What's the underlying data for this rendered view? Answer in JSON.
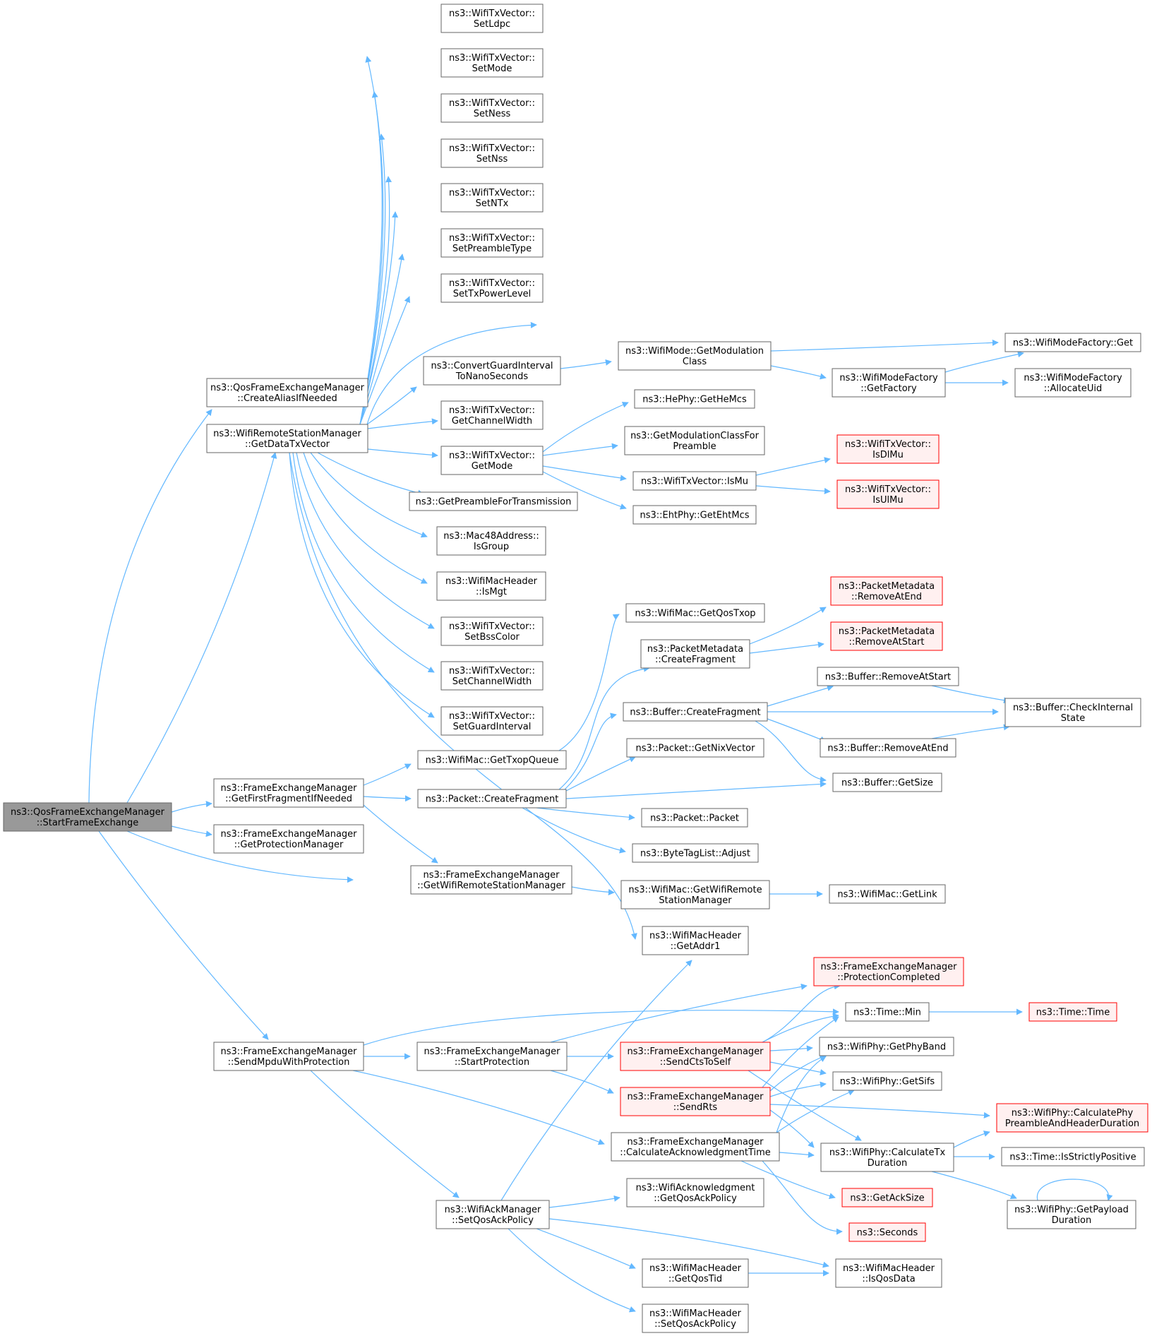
{
  "colors": {
    "edge": "#63b8ff",
    "node_border": "#666666",
    "node_fill": "#ffffff",
    "root_fill": "#999999",
    "truncated_border": "#ff0000",
    "truncated_fill": "#fff0f0"
  },
  "nodes": [
    {
      "id": "start",
      "lines": [
        "ns3::QosFrameExchangeManager",
        "::StartFrameExchange"
      ],
      "style": "root"
    },
    {
      "id": "createAlias",
      "lines": [
        "ns3::QosFrameExchangeManager",
        "::CreateAliasIfNeeded"
      ],
      "style": "normal"
    },
    {
      "id": "getDataTx",
      "lines": [
        "ns3::WifiRemoteStationManager",
        "::GetDataTxVector"
      ],
      "style": "normal"
    },
    {
      "id": "getFirstFrag",
      "lines": [
        "ns3::FrameExchangeManager",
        "::GetFirstFragmentIfNeeded"
      ],
      "style": "normal"
    },
    {
      "id": "getProtMgr",
      "lines": [
        "ns3::FrameExchangeManager",
        "::GetProtectionManager"
      ],
      "style": "normal"
    },
    {
      "id": "getWrsm",
      "lines": [
        "ns3::FrameExchangeManager",
        "::GetWifiRemoteStationManager"
      ],
      "style": "normal"
    },
    {
      "id": "sendMpdu",
      "lines": [
        "ns3::FrameExchangeManager",
        "::SendMpduWithProtection"
      ],
      "style": "normal"
    },
    {
      "id": "setLdpc",
      "lines": [
        "ns3::WifiTxVector::",
        "SetLdpc"
      ],
      "style": "normal"
    },
    {
      "id": "setMode",
      "lines": [
        "ns3::WifiTxVector::",
        "SetMode"
      ],
      "style": "normal"
    },
    {
      "id": "setNess",
      "lines": [
        "ns3::WifiTxVector::",
        "SetNess"
      ],
      "style": "normal"
    },
    {
      "id": "setNss",
      "lines": [
        "ns3::WifiTxVector::",
        "SetNss"
      ],
      "style": "normal"
    },
    {
      "id": "setNTx",
      "lines": [
        "ns3::WifiTxVector::",
        "SetNTx"
      ],
      "style": "normal"
    },
    {
      "id": "setPreamble",
      "lines": [
        "ns3::WifiTxVector::",
        "SetPreambleType"
      ],
      "style": "normal"
    },
    {
      "id": "setTxPower",
      "lines": [
        "ns3::WifiTxVector::",
        "SetTxPowerLevel"
      ],
      "style": "normal"
    },
    {
      "id": "convertGI",
      "lines": [
        "ns3::ConvertGuardInterval",
        "ToNanoSeconds"
      ],
      "style": "normal"
    },
    {
      "id": "getChWidth",
      "lines": [
        "ns3::WifiTxVector::",
        "GetChannelWidth"
      ],
      "style": "normal"
    },
    {
      "id": "getMode",
      "lines": [
        "ns3::WifiTxVector::",
        "GetMode"
      ],
      "style": "normal"
    },
    {
      "id": "getPreambleTx",
      "lines": [
        "ns3::GetPreambleForTransmission"
      ],
      "style": "normal"
    },
    {
      "id": "isGroup",
      "lines": [
        "ns3::Mac48Address::",
        "IsGroup"
      ],
      "style": "normal"
    },
    {
      "id": "isMgt",
      "lines": [
        "ns3::WifiMacHeader",
        "::IsMgt"
      ],
      "style": "normal"
    },
    {
      "id": "setBss",
      "lines": [
        "ns3::WifiTxVector::",
        "SetBssColor"
      ],
      "style": "normal"
    },
    {
      "id": "setChWidth",
      "lines": [
        "ns3::WifiTxVector::",
        "SetChannelWidth"
      ],
      "style": "normal"
    },
    {
      "id": "setGI",
      "lines": [
        "ns3::WifiTxVector::",
        "SetGuardInterval"
      ],
      "style": "normal"
    },
    {
      "id": "getModClass",
      "lines": [
        "ns3::WifiMode::GetModulation",
        "Class"
      ],
      "style": "normal"
    },
    {
      "id": "getHeMcs",
      "lines": [
        "ns3::HePhy::GetHeMcs"
      ],
      "style": "normal"
    },
    {
      "id": "getModClassPre",
      "lines": [
        "ns3::GetModulationClassFor",
        "Preamble"
      ],
      "style": "normal"
    },
    {
      "id": "isMu",
      "lines": [
        "ns3::WifiTxVector::IsMu"
      ],
      "style": "normal"
    },
    {
      "id": "getEhtMcs",
      "lines": [
        "ns3::EhtPhy::GetEhtMcs"
      ],
      "style": "normal"
    },
    {
      "id": "wmfGet",
      "lines": [
        "ns3::WifiModeFactory::Get"
      ],
      "style": "normal"
    },
    {
      "id": "wmfFactory",
      "lines": [
        "ns3::WifiModeFactory",
        "::GetFactory"
      ],
      "style": "normal"
    },
    {
      "id": "wmfUid",
      "lines": [
        "ns3::WifiModeFactory",
        "::AllocateUid"
      ],
      "style": "normal"
    },
    {
      "id": "isDlMu",
      "lines": [
        "ns3::WifiTxVector::",
        "IsDlMu"
      ],
      "style": "truncated"
    },
    {
      "id": "isUlMu",
      "lines": [
        "ns3::WifiTxVector::",
        "IsUlMu"
      ],
      "style": "truncated"
    },
    {
      "id": "getTxop",
      "lines": [
        "ns3::WifiMac::GetTxopQueue"
      ],
      "style": "normal"
    },
    {
      "id": "pktCreateFrag",
      "lines": [
        "ns3::Packet::CreateFragment"
      ],
      "style": "normal"
    },
    {
      "id": "getQosTxop",
      "lines": [
        "ns3::WifiMac::GetQosTxop"
      ],
      "style": "normal"
    },
    {
      "id": "pmCreateFrag",
      "lines": [
        "ns3::PacketMetadata",
        "::CreateFragment"
      ],
      "style": "normal"
    },
    {
      "id": "bufCreateFrag",
      "lines": [
        "ns3::Buffer::CreateFragment"
      ],
      "style": "normal"
    },
    {
      "id": "getNix",
      "lines": [
        "ns3::Packet::GetNixVector"
      ],
      "style": "normal"
    },
    {
      "id": "pktPkt",
      "lines": [
        "ns3::Packet::Packet"
      ],
      "style": "normal"
    },
    {
      "id": "btlAdjust",
      "lines": [
        "ns3::ByteTagList::Adjust"
      ],
      "style": "normal"
    },
    {
      "id": "pmRemoveEnd",
      "lines": [
        "ns3::PacketMetadata",
        "::RemoveAtEnd"
      ],
      "style": "truncated"
    },
    {
      "id": "pmRemoveStart",
      "lines": [
        "ns3::PacketMetadata",
        "::RemoveAtStart"
      ],
      "style": "truncated"
    },
    {
      "id": "bufRemoveStart",
      "lines": [
        "ns3::Buffer::RemoveAtStart"
      ],
      "style": "normal"
    },
    {
      "id": "bufRemoveEnd",
      "lines": [
        "ns3::Buffer::RemoveAtEnd"
      ],
      "style": "normal"
    },
    {
      "id": "bufGetSize",
      "lines": [
        "ns3::Buffer::GetSize"
      ],
      "style": "normal"
    },
    {
      "id": "bufCheck",
      "lines": [
        "ns3::Buffer::CheckInternal",
        "State"
      ],
      "style": "normal"
    },
    {
      "id": "macGetWrsm",
      "lines": [
        "ns3::WifiMac::GetWifiRemote",
        "StationManager"
      ],
      "style": "normal"
    },
    {
      "id": "macGetLink",
      "lines": [
        "ns3::WifiMac::GetLink"
      ],
      "style": "normal"
    },
    {
      "id": "getAddr1",
      "lines": [
        "ns3::WifiMacHeader",
        "::GetAddr1"
      ],
      "style": "normal"
    },
    {
      "id": "startProt",
      "lines": [
        "ns3::FrameExchangeManager",
        "::StartProtection"
      ],
      "style": "normal"
    },
    {
      "id": "protCompleted",
      "lines": [
        "ns3::FrameExchangeManager",
        "::ProtectionCompleted"
      ],
      "style": "truncated"
    },
    {
      "id": "sendCts",
      "lines": [
        "ns3::FrameExchangeManager",
        "::SendCtsToSelf"
      ],
      "style": "truncated"
    },
    {
      "id": "sendRts",
      "lines": [
        "ns3::FrameExchangeManager",
        "::SendRts"
      ],
      "style": "truncated"
    },
    {
      "id": "calcAck",
      "lines": [
        "ns3::FrameExchangeManager",
        "::CalculateAcknowledgmentTime"
      ],
      "style": "normal"
    },
    {
      "id": "setQosAck",
      "lines": [
        "ns3::WifiAckManager",
        "::SetQosAckPolicy"
      ],
      "style": "normal"
    },
    {
      "id": "timeMin",
      "lines": [
        "ns3::Time::Min"
      ],
      "style": "normal"
    },
    {
      "id": "timeTime",
      "lines": [
        "ns3::Time::Time"
      ],
      "style": "truncated"
    },
    {
      "id": "phyBand",
      "lines": [
        "ns3::WifiPhy::GetPhyBand"
      ],
      "style": "normal"
    },
    {
      "id": "phySifs",
      "lines": [
        "ns3::WifiPhy::GetSifs"
      ],
      "style": "normal"
    },
    {
      "id": "phyCalcPre",
      "lines": [
        "ns3::WifiPhy::CalculatePhy",
        "PreambleAndHeaderDuration"
      ],
      "style": "truncated"
    },
    {
      "id": "phyCalcTx",
      "lines": [
        "ns3::WifiPhy::CalculateTx",
        "Duration"
      ],
      "style": "normal"
    },
    {
      "id": "isStrictlyPos",
      "lines": [
        "ns3::Time::IsStrictlyPositive"
      ],
      "style": "normal"
    },
    {
      "id": "getPayload",
      "lines": [
        "ns3::WifiPhy::GetPayload",
        "Duration"
      ],
      "style": "normal"
    },
    {
      "id": "getAckSize",
      "lines": [
        "ns3::GetAckSize"
      ],
      "style": "truncated"
    },
    {
      "id": "seconds",
      "lines": [
        "ns3::Seconds"
      ],
      "style": "truncated"
    },
    {
      "id": "ackGetQos",
      "lines": [
        "ns3::WifiAcknowledgment",
        "::GetQosAckPolicy"
      ],
      "style": "normal"
    },
    {
      "id": "macHdrQosTid",
      "lines": [
        "ns3::WifiMacHeader",
        "::GetQosTid"
      ],
      "style": "normal"
    },
    {
      "id": "macHdrIsQos",
      "lines": [
        "ns3::WifiMacHeader",
        "::IsQosData"
      ],
      "style": "normal"
    },
    {
      "id": "macHdrSetQos",
      "lines": [
        "ns3::WifiMacHeader",
        "::SetQosAckPolicy"
      ],
      "style": "normal"
    }
  ]
}
